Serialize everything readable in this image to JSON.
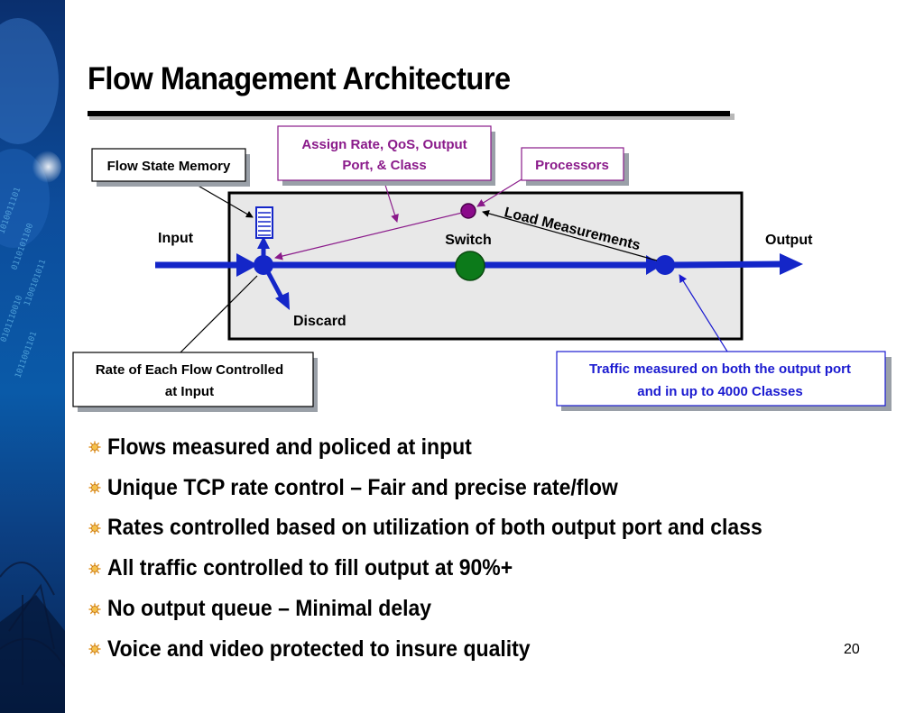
{
  "slide": {
    "title": "Flow Management Architecture",
    "page_number": "20"
  },
  "diagram": {
    "callouts": {
      "flow_state_memory": "Flow State Memory",
      "assign_rate_line1": "Assign Rate, QoS, Output",
      "assign_rate_line2": "Port, & Class",
      "processors": "Processors",
      "rate_control_line1": "Rate of Each Flow Controlled",
      "rate_control_line2": "at Input",
      "traffic_measured_line1": "Traffic measured on both the output port",
      "traffic_measured_line2": "and in up to 4000 Classes"
    },
    "labels": {
      "input": "Input",
      "output": "Output",
      "switch": "Switch",
      "discard": "Discard",
      "load_measurements": "Load Measurements"
    },
    "colors": {
      "flow_blue": "#1426c8",
      "switch_green": "#0c7a1a",
      "processor_purple": "#8a0a8a",
      "callout_purple": "#8a1a8a",
      "callout_blue": "#1a1ad0",
      "box_fill": "#e8e8e8"
    }
  },
  "bullets": [
    "Flows measured and policed at input",
    "Unique TCP rate control – Fair and precise rate/flow",
    "Rates controlled based on utilization of both output port and class",
    "All traffic controlled to fill output at 90%+",
    "No output queue – Minimal delay",
    "Voice and video protected to insure quality"
  ],
  "bullet_icon": "sunburst-bullet-icon"
}
